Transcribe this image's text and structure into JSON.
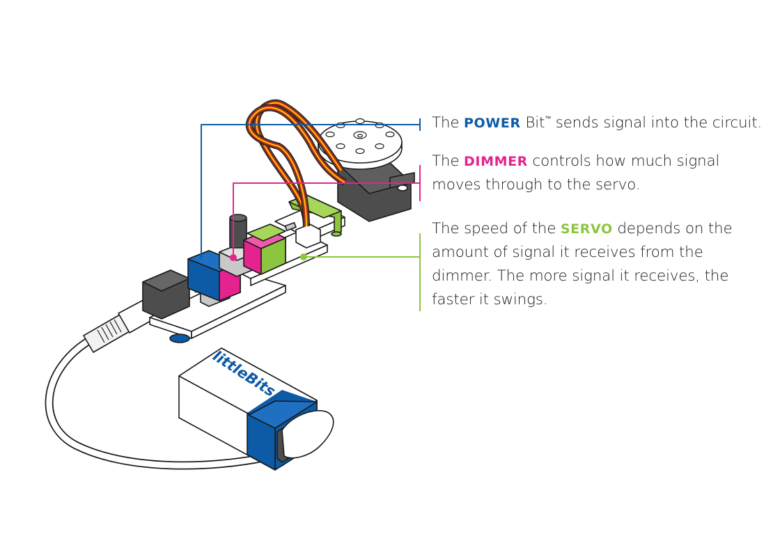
{
  "colors": {
    "power_blue": "#0d5aa7",
    "dimmer_pink": "#e4238f",
    "servo_green": "#8cc63f",
    "servo_body": "#4d4d4d",
    "wire_brown": "#5b3a29",
    "wire_red": "#e1261c",
    "wire_yellow": "#ffd200",
    "text": "#1a1a1a"
  },
  "battery": {
    "brand_label": "littleBits"
  },
  "callouts": [
    {
      "id": "power",
      "color": "blue",
      "prefix": "The ",
      "keyword": "POWER",
      "middle": " Bit",
      "trademark": "™",
      "suffix": " sends signal into the circuit."
    },
    {
      "id": "dimmer",
      "color": "pink",
      "prefix": "The ",
      "keyword": "DIMMER",
      "suffix": " controls how much signal moves through to the servo."
    },
    {
      "id": "servo",
      "color": "green",
      "prefix": "The speed of the ",
      "keyword": "SERVO",
      "suffix": " depends on the amount of signal it receives from the dimmer. The more signal it receives, the faster it swings."
    }
  ]
}
